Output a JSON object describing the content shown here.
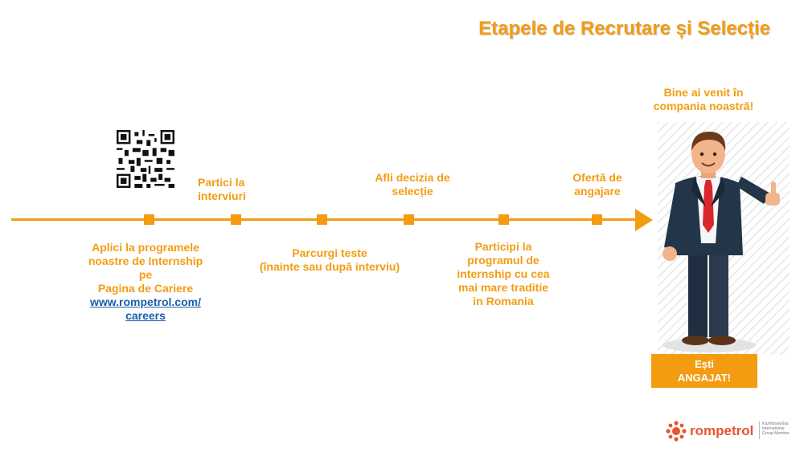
{
  "title": "Etapele de Recrutare și Selecție",
  "welcome": [
    "Bine ai venit în",
    "compania noastră!"
  ],
  "steps_below": [
    {
      "lines": [
        "Aplici la programele",
        "noastre de Internship",
        "pe",
        "Pagina de Cariere"
      ],
      "link": [
        "www.rompetrol.com/",
        "careers"
      ]
    },
    {
      "lines": [
        "Parcurgi teste",
        "(înainte sau după interviu)"
      ]
    },
    {
      "lines": [
        "Participi la",
        "programul de",
        "internship cu cea",
        "mai mare traditie",
        "in Romania"
      ]
    }
  ],
  "steps_above": [
    {
      "lines": [
        "Partici la",
        "interviuri"
      ]
    },
    {
      "lines": [
        "Afli decizia de",
        "selecție"
      ]
    },
    {
      "lines": [
        "Ofertă de",
        "angajare"
      ]
    }
  ],
  "hired": [
    "Ești",
    "ANGAJAT!"
  ],
  "logo": {
    "brand": "rompetrol",
    "tagline": [
      "KazMunayGas",
      "International",
      "Group Member"
    ]
  },
  "colors": {
    "accent": "#f39c12",
    "link": "#1a5fa8",
    "brand": "#e8542b"
  },
  "icons": [
    "qr-code-icon",
    "businessman-thumbs-up-icon",
    "rompetrol-logo-icon"
  ]
}
